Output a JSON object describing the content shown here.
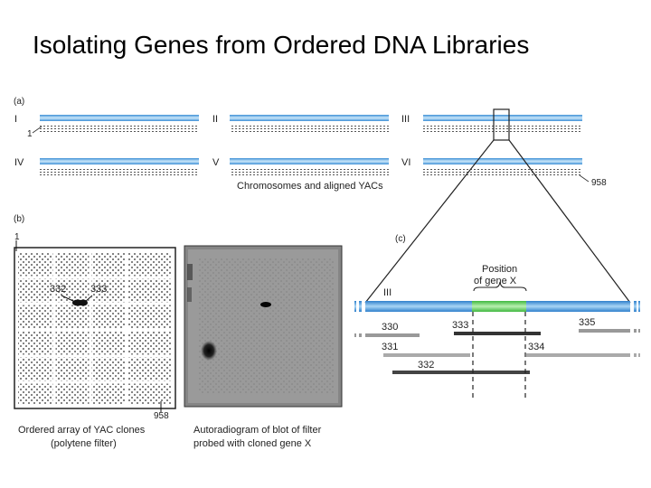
{
  "title": "Isolating Genes from Ordered DNA Libraries",
  "panel_a": {
    "label": "(a)",
    "chromosomes": [
      "I",
      "II",
      "III",
      "IV",
      "V",
      "VI"
    ],
    "yac_first": "1",
    "yac_last": "958",
    "caption": "Chromosomes and aligned YACs"
  },
  "panel_b": {
    "label": "(b)",
    "corner_top": "1",
    "corner_bottom": "958",
    "marked_left": "332",
    "marked_right": "333",
    "caption_left_line1": "Ordered array of YAC clones",
    "caption_left_line2": "(polytene filter)",
    "caption_right_line1": "Autoradiogram of blot of filter",
    "caption_right_line2": "probed with cloned gene X"
  },
  "panel_c": {
    "label": "(c)",
    "chromosome": "III",
    "position_line1": "Position",
    "position_line2": "of gene X",
    "yacs": [
      "330",
      "333",
      "335",
      "331",
      "334",
      "332"
    ]
  },
  "colors": {
    "chromosome_blue": "#3d8fd6",
    "chromosome_light": "#bfe0f7",
    "gene_green": "#5ccf5c"
  }
}
